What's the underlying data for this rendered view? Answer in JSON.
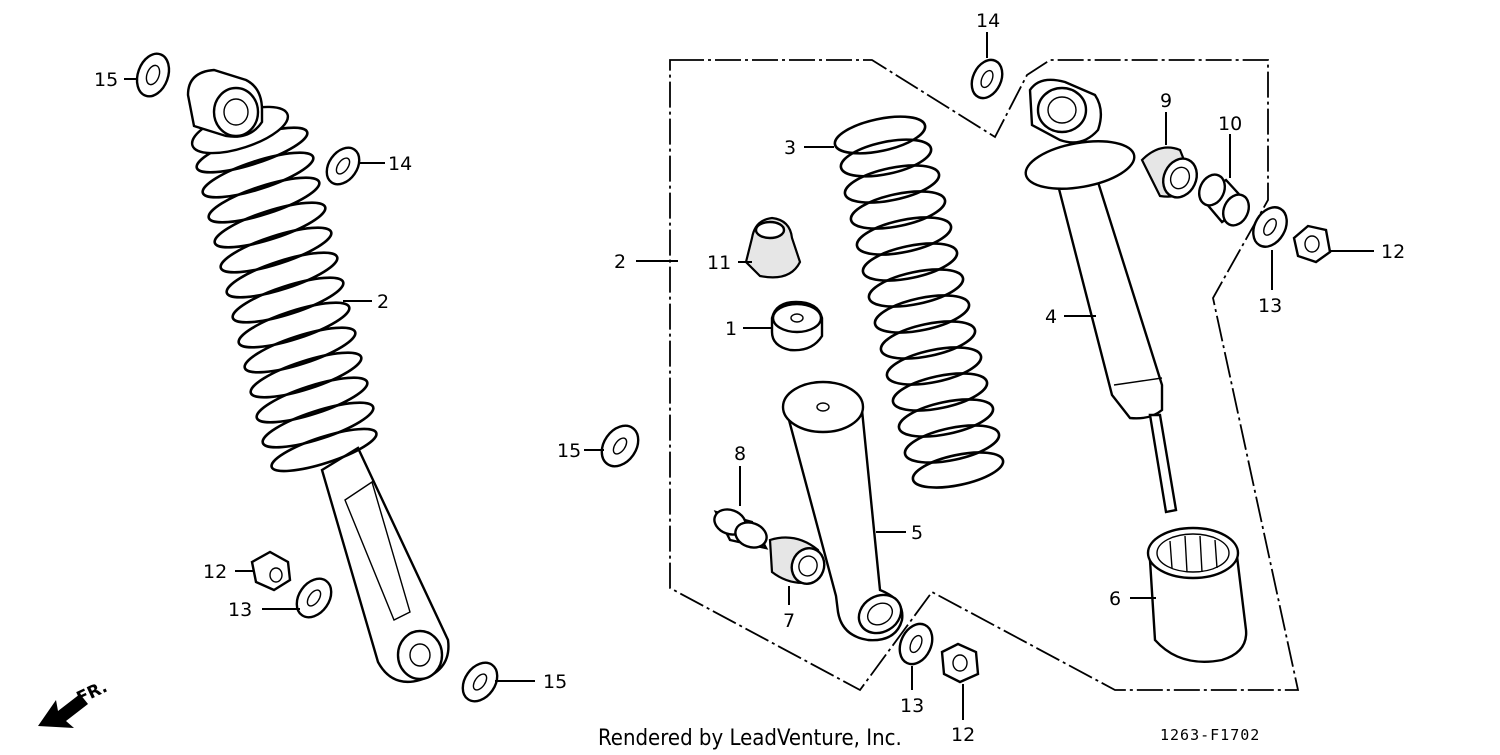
{
  "callouts": {
    "left_washer_top": "15",
    "left_washer_mid": "14",
    "left_shock": "2",
    "left_nut": "12",
    "left_washer_low": "13",
    "left_washer_bottom": "15",
    "right_washer_top": "14",
    "spring": "3",
    "assembly": "2",
    "bump_stop": "11",
    "spacer": "1",
    "washer_mid": "15",
    "collar_low": "8",
    "bushing_low": "7",
    "lower_mount": "5",
    "damper": "4",
    "bushing_top": "9",
    "collar_top": "10",
    "right_nut_top": "12",
    "right_washer_top_small": "13",
    "spring_cover": "6",
    "bottom_washer": "13",
    "bottom_nut": "12"
  },
  "direction_marker": "FR.",
  "credit": "Rendered by LeadVenture, Inc.",
  "diagram_code": "1263-F1702"
}
